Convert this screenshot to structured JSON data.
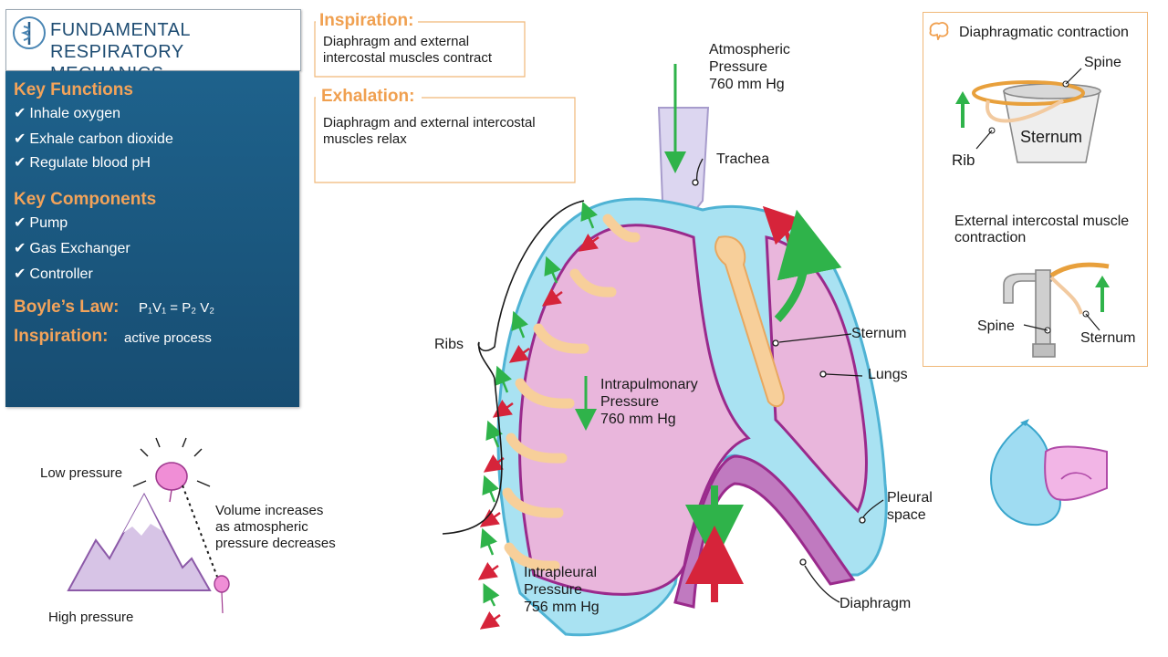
{
  "title": "FUNDAMENTAL\nRESPIRATORY MECHANICS",
  "sidebar": {
    "key_functions_heading": "Key Functions",
    "key_functions": [
      "Inhale oxygen",
      "Exhale carbon dioxide",
      "Regulate blood pH"
    ],
    "key_components_heading": "Key Components",
    "key_components": [
      "Pump",
      "Gas Exchanger",
      "Controller"
    ],
    "boyles_heading": "Boyle’s Law:",
    "boyles_formula": "P₁V₁ = P₂ V₂",
    "inspiration_heading": "Inspiration:",
    "inspiration_value": "active process"
  },
  "inspiration_box": {
    "heading": "Inspiration:",
    "text": "Diaphragm and external\nintercostal muscles contract"
  },
  "exhalation_box": {
    "heading": "Exhalation:",
    "text": "Diaphragm and external intercostal\nmuscles relax"
  },
  "diagram_labels": {
    "atmospheric": "Atmospheric\nPressure\n760 mm Hg",
    "trachea": "Trachea",
    "ribs": "Ribs",
    "intrapulmonary": "Intrapulmonary\nPressure\n760 mm Hg",
    "intrapleural": "Intrapleural\nPressure\n756 mm Hg",
    "sternum": "Sternum",
    "lungs": "Lungs",
    "pleural_space": "Pleural\nspace",
    "diaphragm": "Diaphragm"
  },
  "right_panel": {
    "diaphragmatic_title": "Diaphragmatic contraction",
    "spine": "Spine",
    "sternum": "Sternum",
    "rib": "Rib",
    "intercostal_title": "External intercostal muscle\ncontraction",
    "spine2": "Spine",
    "sternum2": "Sternum"
  },
  "balloon": {
    "low": "Low pressure",
    "high": "High pressure",
    "volume": "Volume increases\n  as atmospheric\n    pressure decreases"
  },
  "colors": {
    "panel_blue": "#1e628c",
    "accent_orange": "#f0a050",
    "lung_pink": "#e9b6dc",
    "pleura_blue": "#a9e2f2",
    "outline_purple": "#9a2a8c"
  }
}
